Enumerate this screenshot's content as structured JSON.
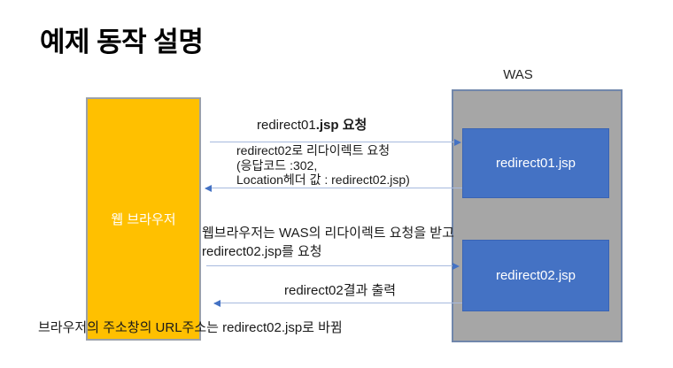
{
  "slide": {
    "title": "예제 동작 설명"
  },
  "was": {
    "label": "WAS",
    "servers": [
      {
        "label": "redirect01.jsp"
      },
      {
        "label": "redirect02.jsp"
      }
    ]
  },
  "browser": {
    "label": "웹 브라우저"
  },
  "messages": {
    "request1_normal": "redirect01",
    "request1_bold": ".jsp 요청",
    "redirect_line1": "redirect02로 리다이렉트 요청",
    "redirect_line2": "(응답코드 :302,",
    "redirect_line3": "Location헤더 값 : redirect02.jsp)",
    "rerequest_line1": "웹브라우저는 WAS의 리다이렉트 요청을 받고",
    "rerequest_line2": "redirect02.jsp를 요청",
    "result": "redirect02결과 출력",
    "footnote": "브라우저의 주소창의 URL주소는 redirect02.jsp로 바뀜"
  },
  "colors": {
    "browser_box_fill": "#FFC000",
    "was_box_fill": "#A6A6A6",
    "server_box_fill": "#4472C4",
    "arrow_line": "#A7B9DE",
    "arrow_head": "#4472C4",
    "text": "#1a1a1a",
    "title": "#000000",
    "box_label_text": "#ffffff"
  }
}
